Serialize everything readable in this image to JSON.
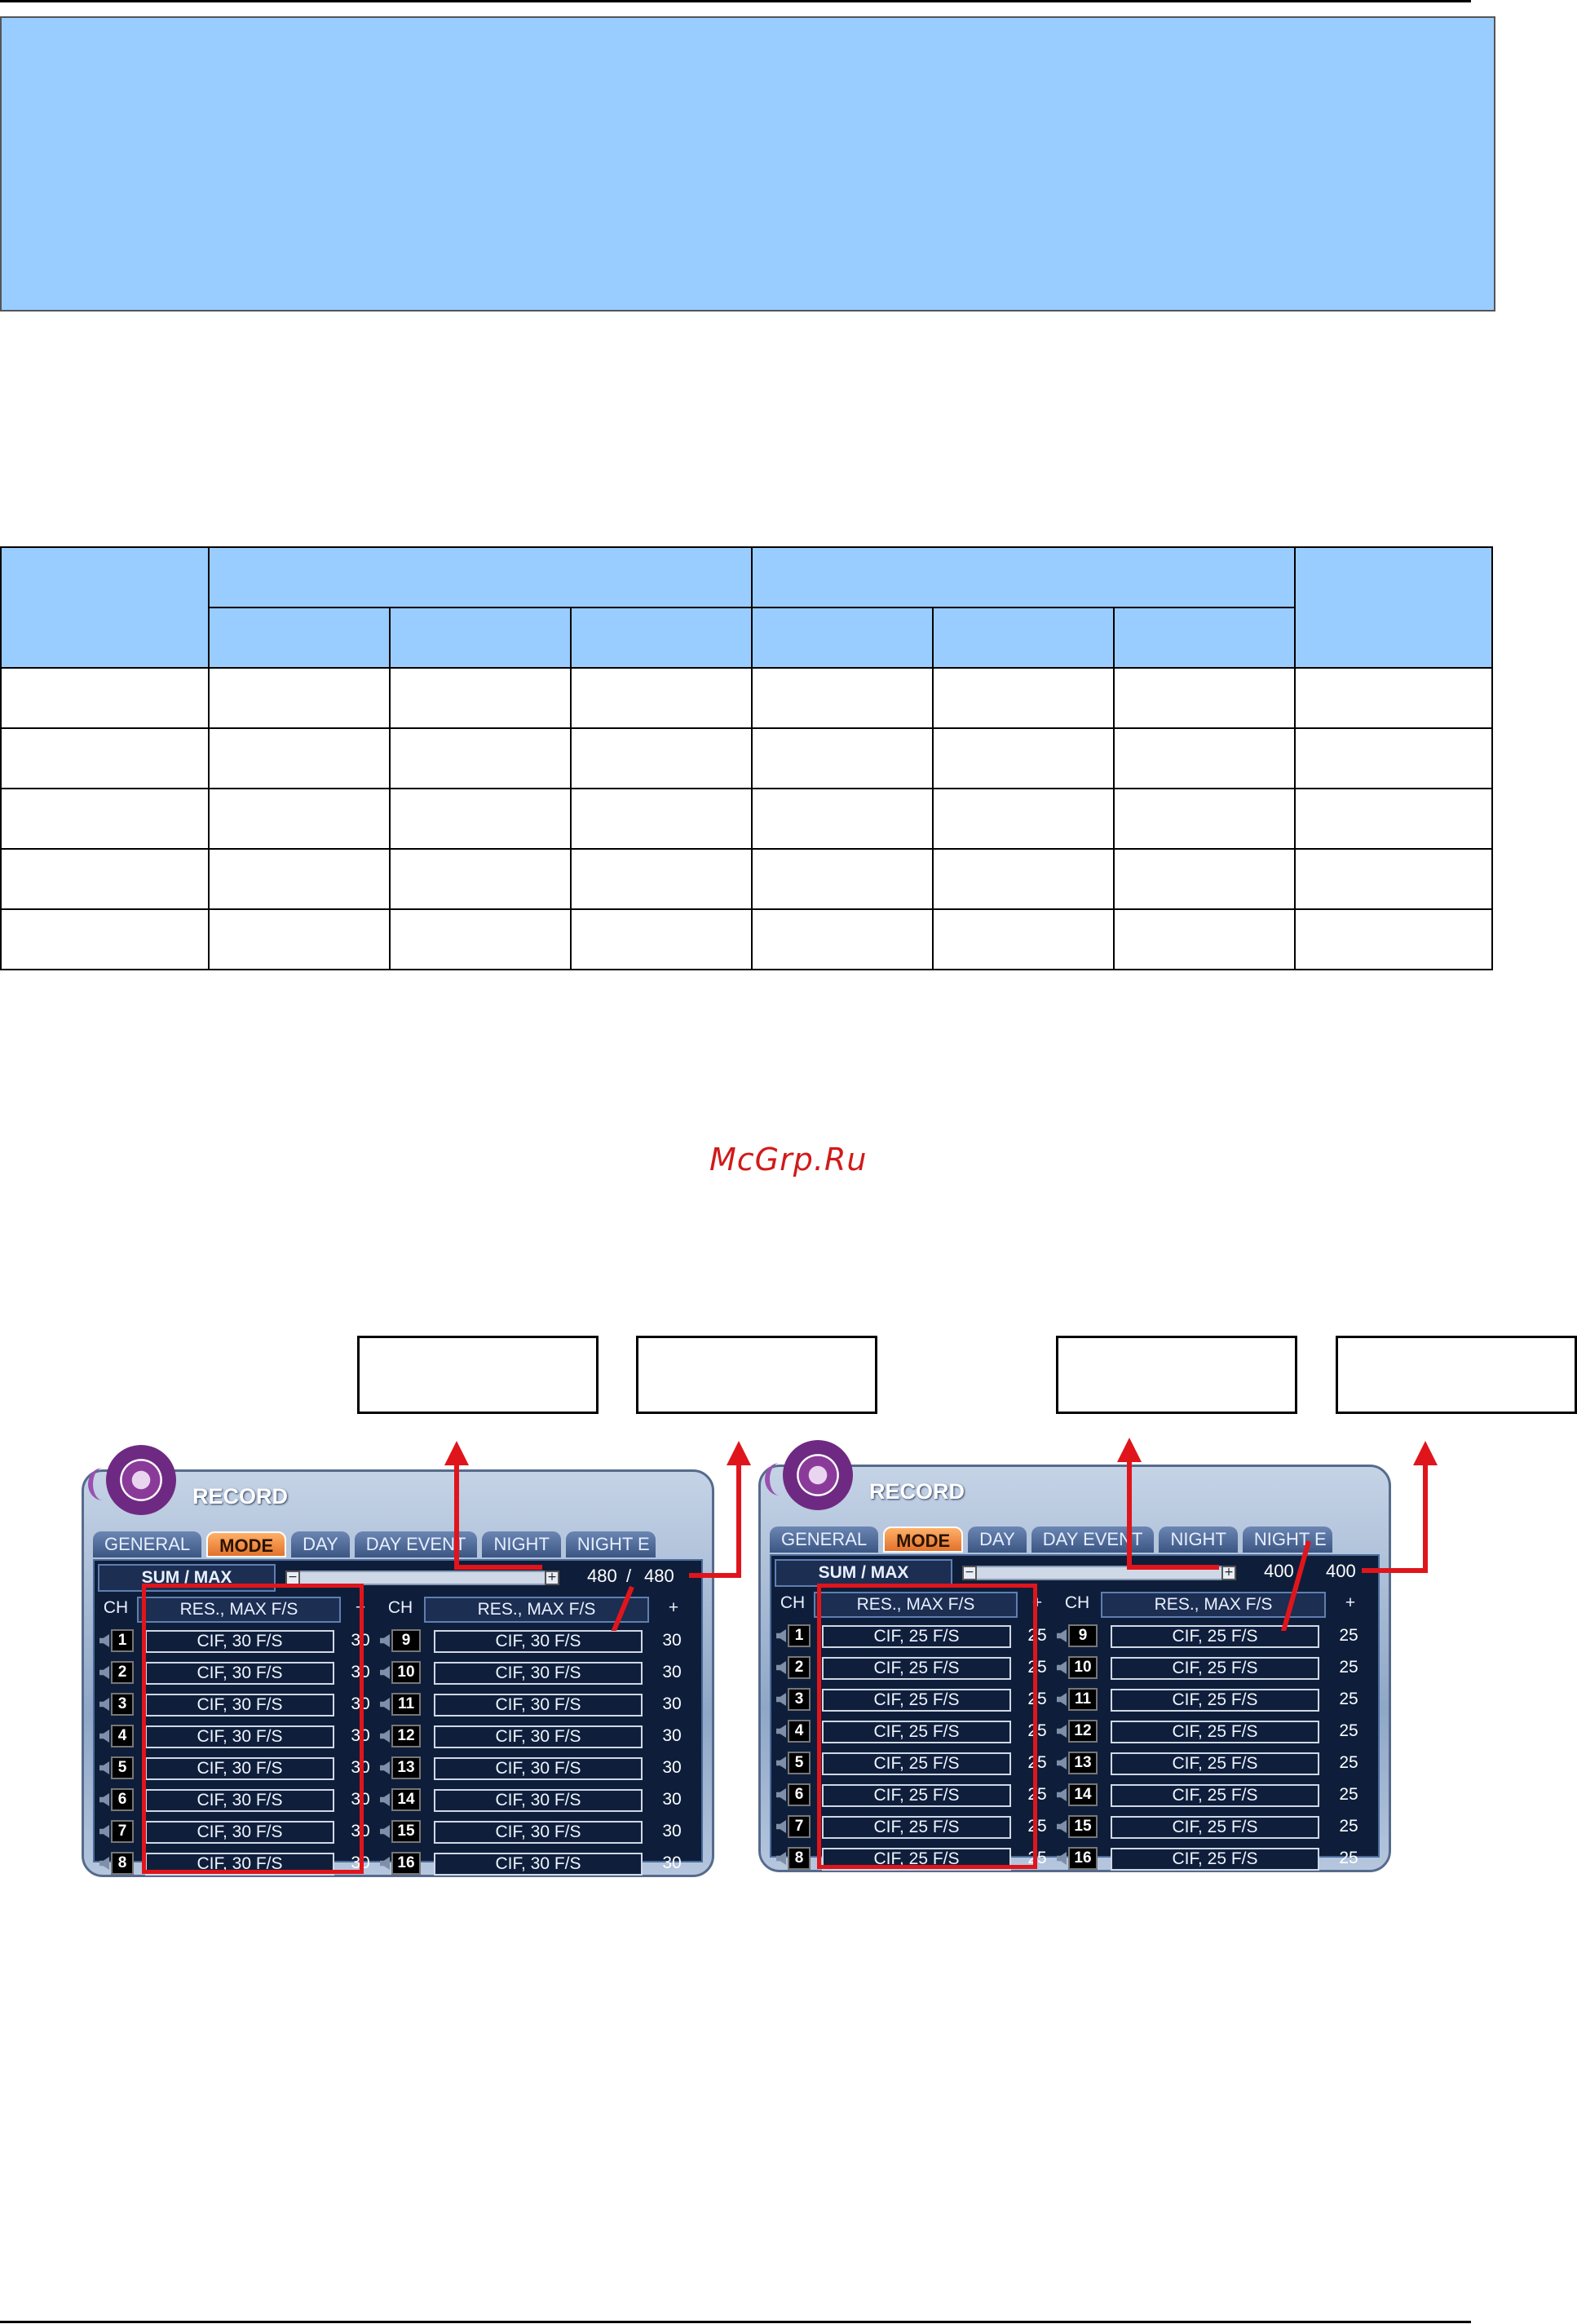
{
  "watermark": "McGrp.Ru",
  "panels": [
    {
      "title": "RECORD",
      "tabs": [
        "GENERAL",
        "MODE",
        "DAY",
        "DAY EVENT",
        "NIGHT",
        "NIGHT E"
      ],
      "active_tab": "MODE",
      "sum_label": "SUM / MAX",
      "sum": "480",
      "sep": "/",
      "max": "480",
      "headers": {
        "ch": "CH",
        "res": "RES., MAX F/S",
        "plus": "+"
      },
      "left": [
        {
          "ch": "1",
          "res": "CIF, 30 F/S",
          "fps": "30"
        },
        {
          "ch": "2",
          "res": "CIF, 30 F/S",
          "fps": "30"
        },
        {
          "ch": "3",
          "res": "CIF, 30 F/S",
          "fps": "30"
        },
        {
          "ch": "4",
          "res": "CIF, 30 F/S",
          "fps": "30"
        },
        {
          "ch": "5",
          "res": "CIF, 30 F/S",
          "fps": "30"
        },
        {
          "ch": "6",
          "res": "CIF, 30 F/S",
          "fps": "30"
        },
        {
          "ch": "7",
          "res": "CIF, 30 F/S",
          "fps": "30"
        },
        {
          "ch": "8",
          "res": "CIF, 30 F/S",
          "fps": "30"
        }
      ],
      "right": [
        {
          "ch": "9",
          "res": "CIF, 30 F/S",
          "fps": "30"
        },
        {
          "ch": "10",
          "res": "CIF, 30 F/S",
          "fps": "30"
        },
        {
          "ch": "11",
          "res": "CIF, 30 F/S",
          "fps": "30"
        },
        {
          "ch": "12",
          "res": "CIF, 30 F/S",
          "fps": "30"
        },
        {
          "ch": "13",
          "res": "CIF, 30 F/S",
          "fps": "30"
        },
        {
          "ch": "14",
          "res": "CIF, 30 F/S",
          "fps": "30"
        },
        {
          "ch": "15",
          "res": "CIF, 30 F/S",
          "fps": "30"
        },
        {
          "ch": "16",
          "res": "CIF, 30 F/S",
          "fps": "30"
        }
      ]
    },
    {
      "title": "RECORD",
      "tabs": [
        "GENERAL",
        "MODE",
        "DAY",
        "DAY EVENT",
        "NIGHT",
        "NIGHT E"
      ],
      "active_tab": "MODE",
      "sum_label": "SUM / MAX",
      "sum": "400",
      "sep": "",
      "max": "400",
      "headers": {
        "ch": "CH",
        "res": "RES., MAX F/S",
        "plus": "+"
      },
      "left": [
        {
          "ch": "1",
          "res": "CIF, 25 F/S",
          "fps": "25"
        },
        {
          "ch": "2",
          "res": "CIF, 25 F/S",
          "fps": "25"
        },
        {
          "ch": "3",
          "res": "CIF, 25 F/S",
          "fps": "25"
        },
        {
          "ch": "4",
          "res": "CIF, 25 F/S",
          "fps": "25"
        },
        {
          "ch": "5",
          "res": "CIF, 25 F/S",
          "fps": "25"
        },
        {
          "ch": "6",
          "res": "CIF, 25 F/S",
          "fps": "25"
        },
        {
          "ch": "7",
          "res": "CIF, 25 F/S",
          "fps": "25"
        },
        {
          "ch": "8",
          "res": "CIF, 25 F/S",
          "fps": "25"
        }
      ],
      "right": [
        {
          "ch": "9",
          "res": "CIF, 25 F/S",
          "fps": "25"
        },
        {
          "ch": "10",
          "res": "CIF, 25 F/S",
          "fps": "25"
        },
        {
          "ch": "11",
          "res": "CIF, 25 F/S",
          "fps": "25"
        },
        {
          "ch": "12",
          "res": "CIF, 25 F/S",
          "fps": "25"
        },
        {
          "ch": "13",
          "res": "CIF, 25 F/S",
          "fps": "25"
        },
        {
          "ch": "14",
          "res": "CIF, 25 F/S",
          "fps": "25"
        },
        {
          "ch": "15",
          "res": "CIF, 25 F/S",
          "fps": "25"
        },
        {
          "ch": "16",
          "res": "CIF, 25 F/S",
          "fps": "25"
        }
      ]
    }
  ],
  "colors": {
    "blue_box": "#99ccff",
    "annotation_red": "#e0151c",
    "active_tab": "#f08a3c"
  }
}
